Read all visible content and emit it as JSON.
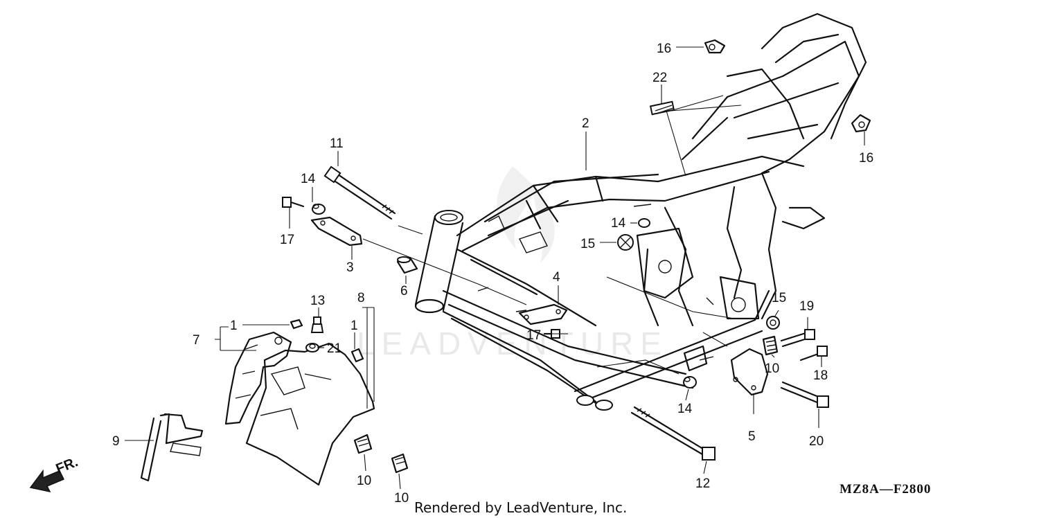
{
  "diagram_code": "MZ8A—F2800",
  "credit": "Rendered by LeadVenture, Inc.",
  "watermark": "LEADVENTURE",
  "direction_label": "FR.",
  "callouts": [
    "1",
    "1",
    "2",
    "3",
    "4",
    "5",
    "6",
    "7",
    "8",
    "9",
    "10",
    "10",
    "10",
    "11",
    "12",
    "13",
    "14",
    "14",
    "14",
    "15",
    "15",
    "16",
    "16",
    "17",
    "17",
    "18",
    "19",
    "20",
    "21",
    "22"
  ]
}
